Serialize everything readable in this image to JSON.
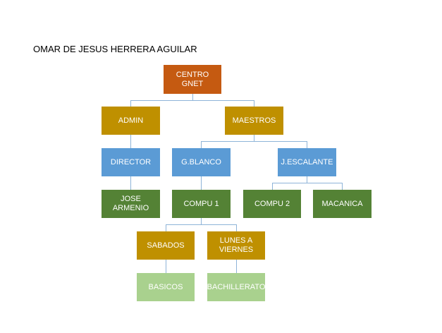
{
  "document": {
    "title": "OMAR DE JESUS HERRERA AGUILAR"
  },
  "colors": {
    "orange": "#c55a11",
    "gold": "#bf9000",
    "blue": "#5b9bd5",
    "dark_green": "#548235",
    "light_green": "#a9d18e",
    "connector": "#8eb4d8"
  },
  "org_chart": {
    "root": "CENTRO GNET",
    "admin": "ADMIN",
    "maestros": "MAESTROS",
    "director": "DIRECTOR",
    "gblanco": "G.BLANCO",
    "jescalante": "J.ESCALANTE",
    "jose_armenio": "JOSE ARMENIO",
    "compu1": "COMPU 1",
    "compu2": "COMPU 2",
    "macanica": "MACANICA",
    "sabados": "SABADOS",
    "lunes_viernes": "LUNES A VIERNES",
    "basicos": "BASICOS",
    "bachillerato": "BACHILLERATO"
  }
}
